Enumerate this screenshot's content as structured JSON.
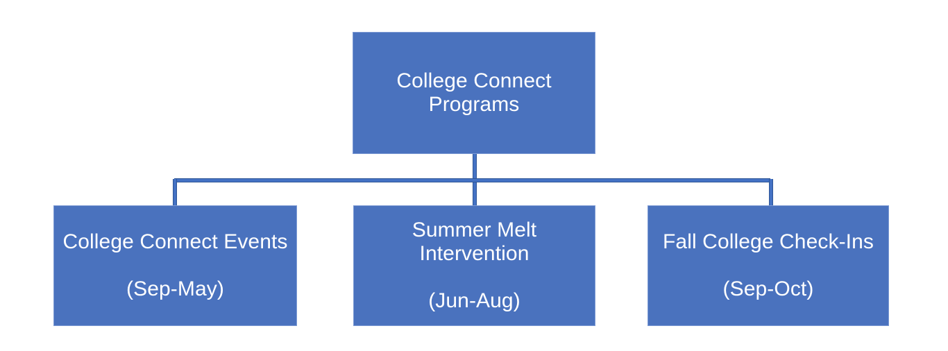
{
  "diagram": {
    "type": "organizational-hierarchy",
    "orientation": "top-down",
    "background_color": "#ffffff",
    "node_fill_color": "#4a72be",
    "node_text_color": "#ffffff",
    "connector_color": "#4472c4",
    "root": {
      "label": "College Connect Programs",
      "line_1": "College Connect",
      "line_2": "Programs"
    },
    "children": [
      {
        "label": "College Connect Events",
        "line_1": "College Connect",
        "line_2": "Events",
        "period": "(Sep-May)"
      },
      {
        "label": "Summer Melt Intervention",
        "line_1": "Summer Melt",
        "line_2": "Intervention",
        "period": "(Jun-Aug)"
      },
      {
        "label": "Fall College Check-Ins",
        "line_1": "Fall College Check-",
        "line_2": "Ins",
        "period": "(Sep-Oct)"
      }
    ]
  }
}
